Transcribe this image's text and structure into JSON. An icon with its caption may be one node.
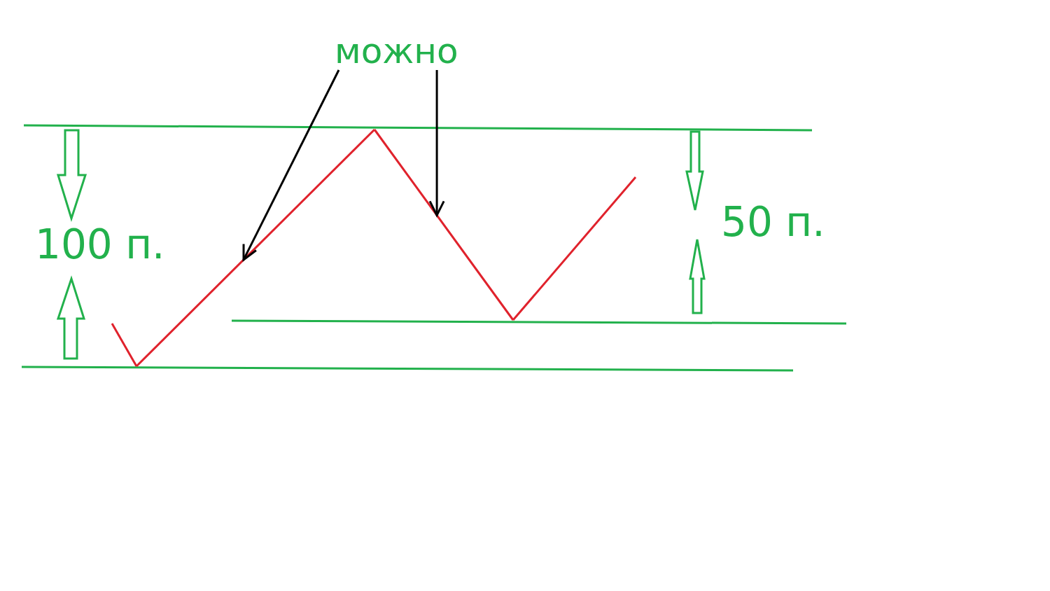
{
  "diagram": {
    "nodes": [
      {
        "text": [
          "можно"
        ]
      },
      {
        "text": [],
        "shape": "line"
      },
      {
        "text": [],
        "shape": "line"
      }
    ],
    "edges": [
      {
        "from": 0,
        "to": 1,
        "arrow": "to"
      },
      {
        "from": 0,
        "to": 2,
        "arrow": "to"
      }
    ],
    "labels": [
      "100 п.",
      "50 п."
    ]
  }
}
